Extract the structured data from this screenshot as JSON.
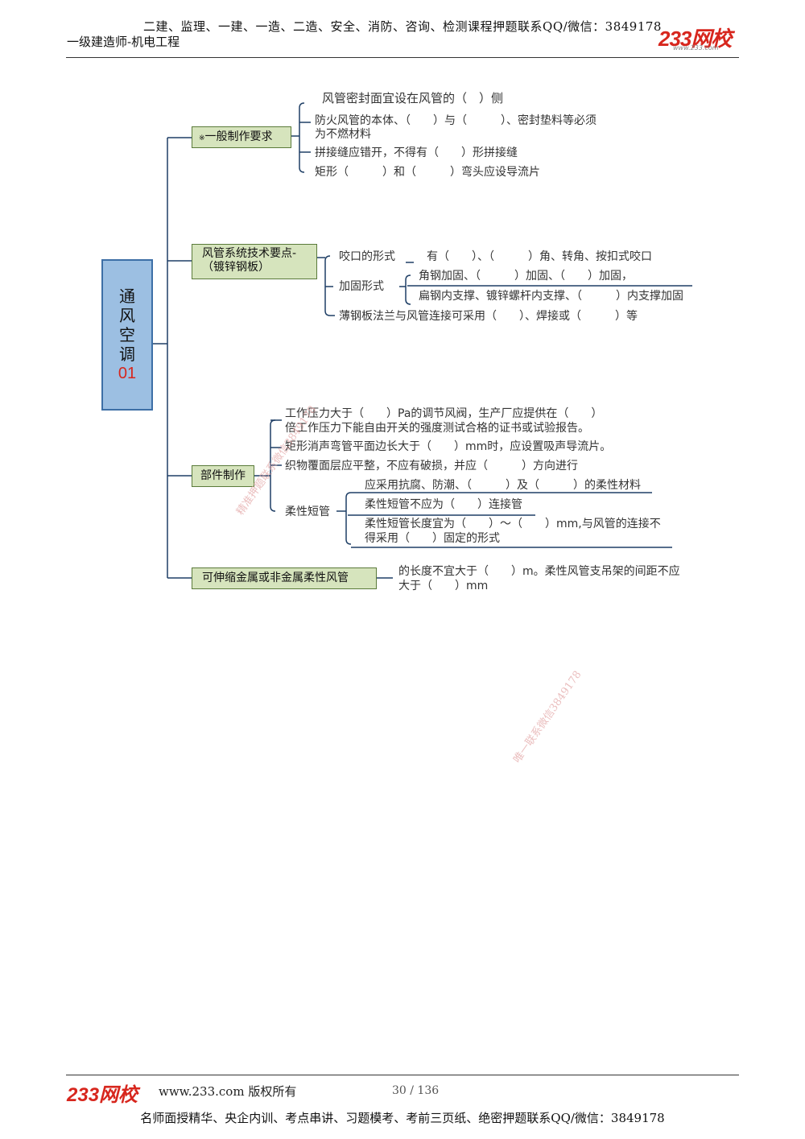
{
  "header": {
    "top_line": "二建、监理、一建、一造、二造、安全、消防、咨询、检测课程押题联系QQ/微信：3849178",
    "subtitle": "一级建造师-机电工程",
    "logo": "233网校",
    "logo_url": "www.233.com"
  },
  "root": {
    "chars": [
      "通",
      "风",
      "空",
      "调"
    ],
    "number": "01"
  },
  "branches": {
    "b1": {
      "label": "一般制作要求",
      "marker": "※",
      "items": [
        "风管密封面宜设在风管的（　）侧",
        "防火风管的本体、（　　）与（　　　）、密封垫料等必须",
        "为不燃材料",
        "拼接缝应错开，不得有（　　）形拼接缝",
        "矩形（　　　）和（　　　）弯头应设导流片"
      ]
    },
    "b2": {
      "label_line1": "风管系统技术要点-",
      "label_line2": "（镀锌钢板）",
      "bite_label": "咬口的形式",
      "bite_text": "有（　　）、（　　　）角、转角、按扣式咬口",
      "reinforce_label": "加固形式",
      "reinforce_1": "角钢加固、（　　　）加固、（　　）加固，",
      "reinforce_2": "扁钢内支撑、镀锌螺杆内支撑、（　　　）内支撑加固",
      "flange_text": "薄钢板法兰与风管连接可采用（　　）、焊接或（　　　）等"
    },
    "b3": {
      "label": "部件制作",
      "item1_line1": "工作压力大于（　　）Pa的调节风阀，生产厂应提供在（　　）",
      "item1_line2": "倍工作压力下能自由开关的强度测试合格的证书或试验报告。",
      "item2": "矩形消声弯管平面边长大于（　　）mm时，应设置吸声导流片。",
      "item3": "织物覆面层应平整，不应有破损，并应（　　　）方向进行",
      "flex_label": "柔性短管",
      "flex_1": "应采用抗腐、防潮、（　　　）及（　　　）的柔性材料",
      "flex_2": "柔性短管不应为（　　）连接管",
      "flex_3_line1": "柔性短管长度宜为（　　）～（　　）mm,与风管的连接不",
      "flex_3_line2": "得采用（　　）固定的形式"
    },
    "b4": {
      "label": "可伸缩金属或非金属柔性风管",
      "text_line1": "的长度不宜大于（　　）m。柔性风管支吊架的间距不应",
      "text_line2": "大于（　　）mm"
    }
  },
  "watermarks": [
    "精准押题联系微信3849178",
    "唯一联系微信3849178"
  ],
  "footer": {
    "logo": "233网校",
    "site": "www.233.com 版权所有",
    "page": "30 / 136",
    "bottom_line": "名师面授精华、央企内训、考点串讲、习题模考、考前三页纸、绝密押题联系QQ/微信：3849178"
  },
  "colors": {
    "node_fill": "#d6e4bd",
    "root_fill": "#9cbfe2",
    "line": "#1f3f66",
    "brand_red": "#d7261d"
  }
}
